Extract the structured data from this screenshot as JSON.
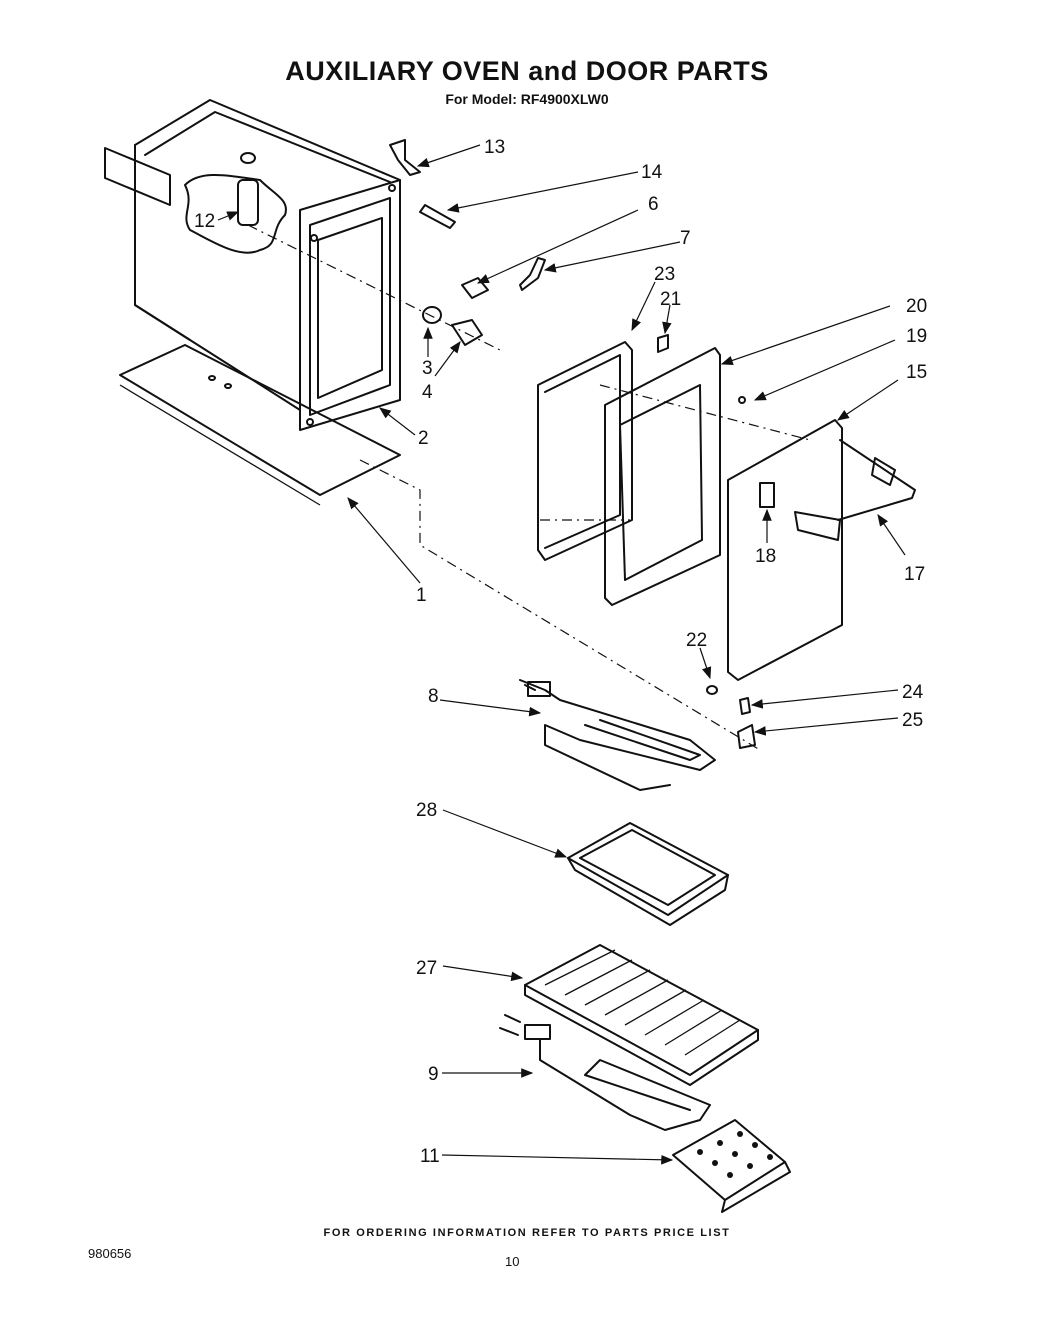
{
  "header": {
    "title": "AUXILIARY OVEN and DOOR PARTS",
    "model_line": "For Model: RF4900XLW0"
  },
  "callouts": [
    "1",
    "2",
    "3",
    "4",
    "6",
    "7",
    "8",
    "9",
    "11",
    "12",
    "13",
    "14",
    "15",
    "17",
    "18",
    "19",
    "20",
    "21",
    "22",
    "23",
    "24",
    "25",
    "27",
    "28"
  ],
  "footer": {
    "ordering_note": "FOR ORDERING INFORMATION REFER TO PARTS PRICE LIST",
    "document_number": "980656",
    "page_number": "10"
  }
}
